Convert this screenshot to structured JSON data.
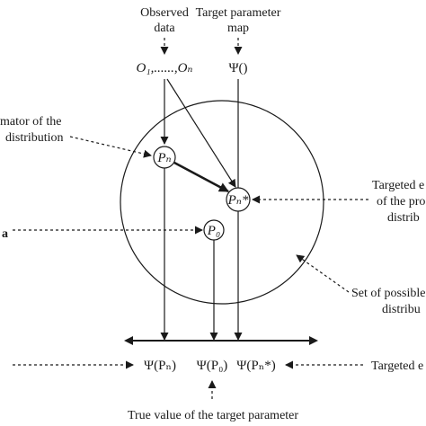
{
  "labels": {
    "observed_data_1": "Observed",
    "observed_data_2": "data",
    "target_map_1": "Target parameter",
    "target_map_2": "map",
    "observations": "O₁,......,Oₙ",
    "psi_map": "Ψ()",
    "estimator_1": "mator of the",
    "estimator_2": "distribution",
    "targeted_est_1": "Targeted e",
    "targeted_est_2": "of the pro",
    "targeted_est_3": "distrib",
    "set_possible_1": "Set of possible",
    "set_possible_2": "distribu",
    "left_mark": "a",
    "psi_pn": "Ψ(Pₙ)",
    "psi_p0": "Ψ(P₀)",
    "psi_pn_star": "Ψ(Pₙ*)",
    "targeted_bottom": "Targeted e",
    "true_value": "True value of the target parameter"
  },
  "nodes": {
    "pn": "Pₙ",
    "pn_star": "Pₙ*",
    "p0": "P₀"
  },
  "colors": {
    "ink": "#1a1a1a",
    "background": "#ffffff"
  }
}
